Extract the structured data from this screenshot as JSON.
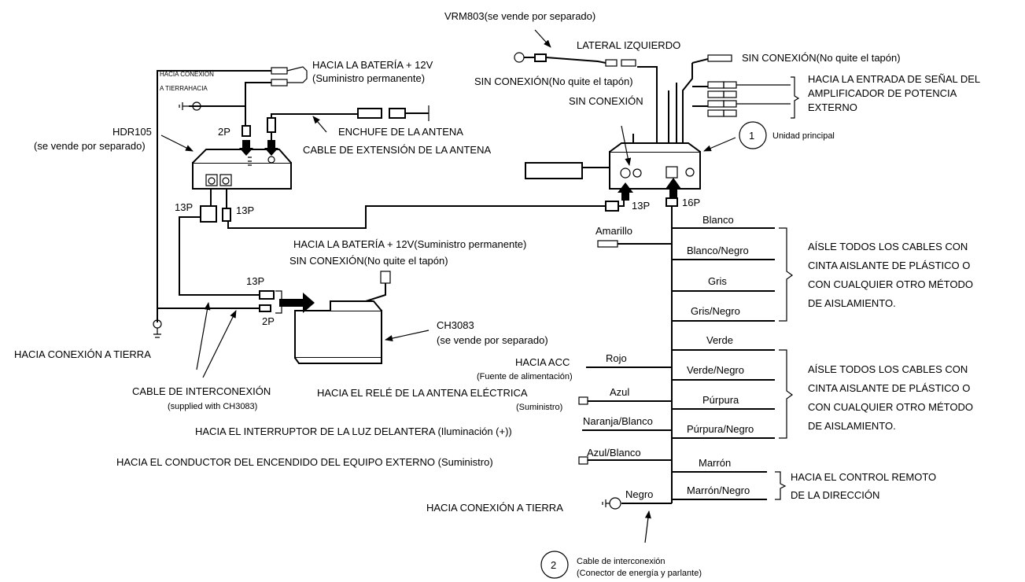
{
  "labels": {
    "vrm803": "VRM803(se vende por separado)",
    "lateral_izquierdo": "LATERAL IZQUIERDO",
    "sin_conexion_tapon_top": "SIN CONEXIÓN(No quite el tapón)",
    "sin_conexion_tapon_mid": "SIN CONEXIÓN(No quite el tapón)",
    "sin_conexion": "SIN CONEXIÓN",
    "amp_line1": "HACIA LA ENTRADA DE SEÑAL DEL",
    "amp_line2": "AMPLIFICADOR DE POTENCIA",
    "amp_line3": "EXTERNO",
    "unidad_principal": "Unidad principal",
    "bateria_top_1": "HACIA LA BATERÍA + 12V",
    "bateria_top_2": "(Suministro permanente)",
    "hacia_conexion_small": "HACIA CONEXIÓN",
    "a_tierra_small": "A TIERRAHACIA",
    "hdr105_1": "HDR105",
    "hdr105_2": "(se vende por separado)",
    "p2_top": "2P",
    "enchufe_antena": "ENCHUFE DE LA ANTENA",
    "cable_extension": "CABLE DE EXTENSIÓN DE LA ANTENA",
    "p13_left_a": "13P",
    "p13_left_b": "13P",
    "p13_main": "13P",
    "p16_main": "16P",
    "bateria_mid": "HACIA LA BATERÍA + 12V(Suministro permanente)",
    "amarillo": "Amarillo",
    "sin_conexion_tapon_ch": "SIN CONEXIÓN(No quite el tapón)",
    "p13_ch": "13P",
    "p2_ch": "2P",
    "ch3083_1": "CH3083",
    "ch3083_2": "(se vende por separado)",
    "tierra_left": "HACIA CONEXIÓN A TIERRA",
    "interconexion_1": "CABLE DE INTERCONEXIÓN",
    "interconexion_2": "(supplied with CH3083)",
    "acc_1": "HACIA ACC",
    "acc_2": "(Fuente de alimentación)",
    "rele_1": "HACIA EL RELÉ DE LA ANTENA ELÉCTRICA",
    "rele_2": "(Suministro)",
    "luz": "HACIA EL INTERRUPTOR DE LA LUZ DELANTERA (Iluminación (+))",
    "encendido": "HACIA EL CONDUCTOR DEL ENCENDIDO DEL EQUIPO EXTERNO (Suministro)",
    "tierra_bottom": "HACIA CONEXIÓN A TIERRA",
    "cable_inter_1": "Cable de interconexión",
    "cable_inter_2": "(Conector de energía y parlante)",
    "num1": "1",
    "num2": "2"
  },
  "wires": {
    "blanco": "Blanco",
    "blanco_negro": "Blanco/Negro",
    "gris": "Gris",
    "gris_negro": "Gris/Negro",
    "verde": "Verde",
    "verde_negro": "Verde/Negro",
    "purpura": "Púrpura",
    "purpura_negro": "Púrpura/Negro",
    "marron": "Marrón",
    "marron_negro": "Marrón/Negro",
    "rojo": "Rojo",
    "azul": "Azul",
    "naranja_blanco": "Naranja/Blanco",
    "azul_blanco": "Azul/Blanco",
    "negro": "Negro"
  },
  "notes": {
    "aisle_1_l1": "AÍSLE TODOS LOS CABLES CON",
    "aisle_1_l2": "CINTA AISLANTE DE PLÁSTICO O",
    "aisle_1_l3": "CON CUALQUIER OTRO MÉTODO",
    "aisle_1_l4": "DE AISLAMIENTO.",
    "aisle_2_l1": "AÍSLE TODOS LOS CABLES CON",
    "aisle_2_l2": "CINTA AISLANTE DE PLÁSTICO O",
    "aisle_2_l3": "CON CUALQUIER OTRO MÉTODO",
    "aisle_2_l4": "DE AISLAMIENTO.",
    "remote_l1": "HACIA EL CONTROL REMOTO",
    "remote_l2": "DE LA DIRECCIÓN"
  }
}
